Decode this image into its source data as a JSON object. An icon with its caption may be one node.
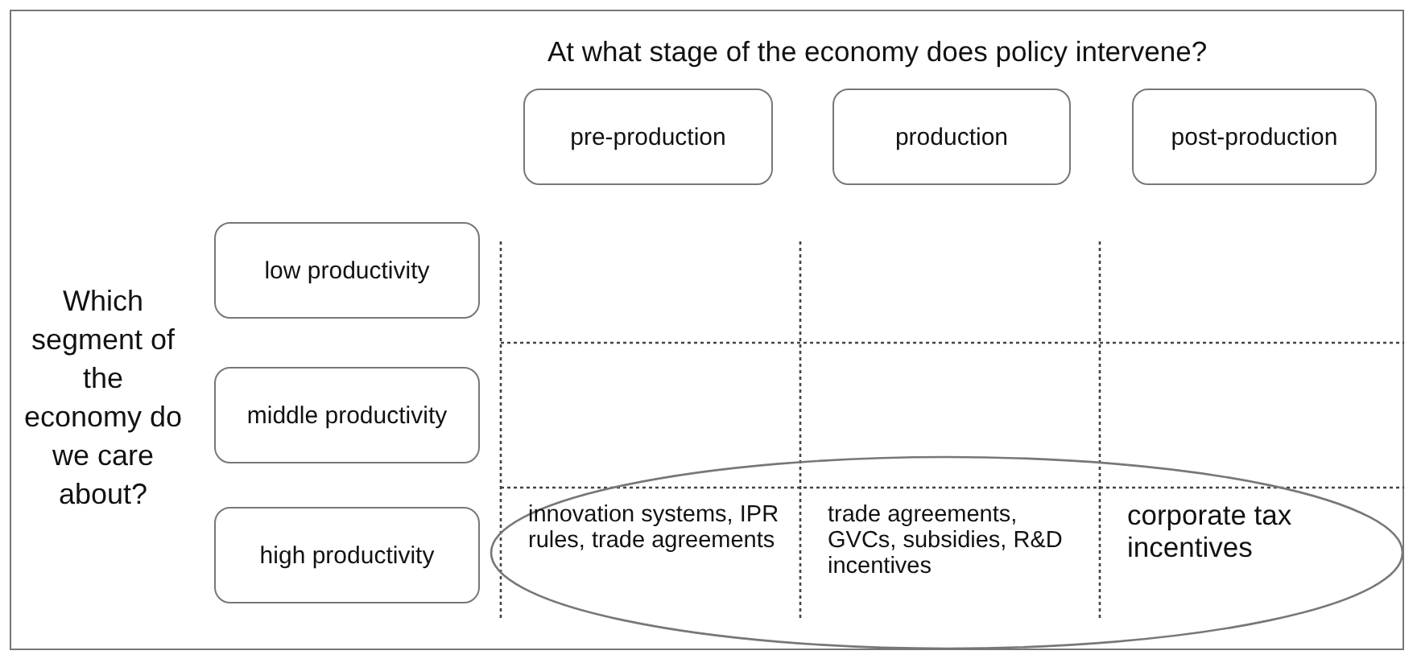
{
  "diagram": {
    "title": "At what stage of the economy does policy intervene?",
    "nodes": [
      {
        "text": [
          "pre-production"
        ]
      },
      {
        "text": [
          "production"
        ]
      },
      {
        "text": [
          "post-production"
        ]
      },
      {
        "text": [
          "low productivity"
        ]
      },
      {
        "text": [
          "middle productivity"
        ]
      },
      {
        "text": [
          "high productivity"
        ]
      },
      {
        "text": [
          "innovation systems, IPR rules, trade agreements",
          "trade agreements, GVCs, subsidies, R&D incentives",
          "corporate tax incentives"
        ]
      }
    ],
    "labels": [
      "Which segment of the economy do we care about?"
    ]
  }
}
